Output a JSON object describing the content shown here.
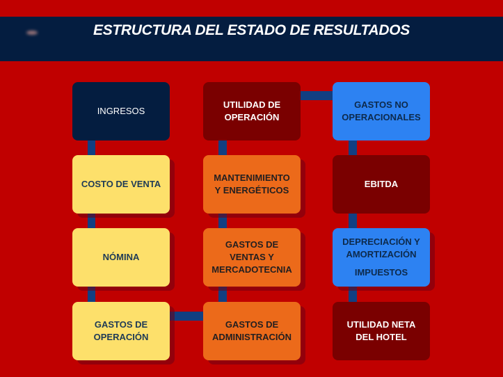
{
  "title": "ESTRUCTURA DEL ESTADO DE RESULTADOS",
  "colors": {
    "background": "#c00000",
    "header": "#041d40",
    "connector": "#123f82",
    "navy": "#041d40",
    "yellow": "#fde06b",
    "maroon": "#7a0000",
    "orange": "#ec6a1a",
    "blue": "#2d82f2"
  },
  "columns": [
    {
      "boxes": [
        {
          "lines": [
            "INGRESOS"
          ],
          "color": "navy"
        },
        {
          "lines": [
            "COSTO  DE VENTA"
          ],
          "color": "yellow"
        },
        {
          "lines": [
            "NÓMINA"
          ],
          "color": "yellow"
        },
        {
          "lines": [
            "GASTOS  DE",
            "OPERACIÓN"
          ],
          "color": "yellow"
        }
      ]
    },
    {
      "boxes": [
        {
          "lines": [
            "UTILIDAD DE",
            "OPERACIÓN"
          ],
          "color": "maroon"
        },
        {
          "lines": [
            "MANTENIMIENTO",
            "Y ENERGÉTICOS"
          ],
          "color": "orange"
        },
        {
          "lines": [
            "GASTOS  DE",
            "VENTAS Y",
            "MERCADOTECNIA"
          ],
          "color": "orange"
        },
        {
          "lines": [
            "GASTOS  DE",
            "ADMINISTRACIÓN"
          ],
          "color": "orange"
        }
      ]
    },
    {
      "boxes": [
        {
          "lines": [
            "GASTOS  NO",
            "OPERACIONALES"
          ],
          "color": "blue"
        },
        {
          "lines": [
            "EBITDA"
          ],
          "color": "maroon"
        },
        {
          "lines": [
            "DEPRECIACIÓN Y",
            "AMORTIZACIÓN"
          ],
          "extra": "IMPUESTOS",
          "color": "blue"
        },
        {
          "lines": [
            "UTILIDAD NETA",
            "DEL HOTEL"
          ],
          "color": "maroon"
        }
      ]
    }
  ]
}
